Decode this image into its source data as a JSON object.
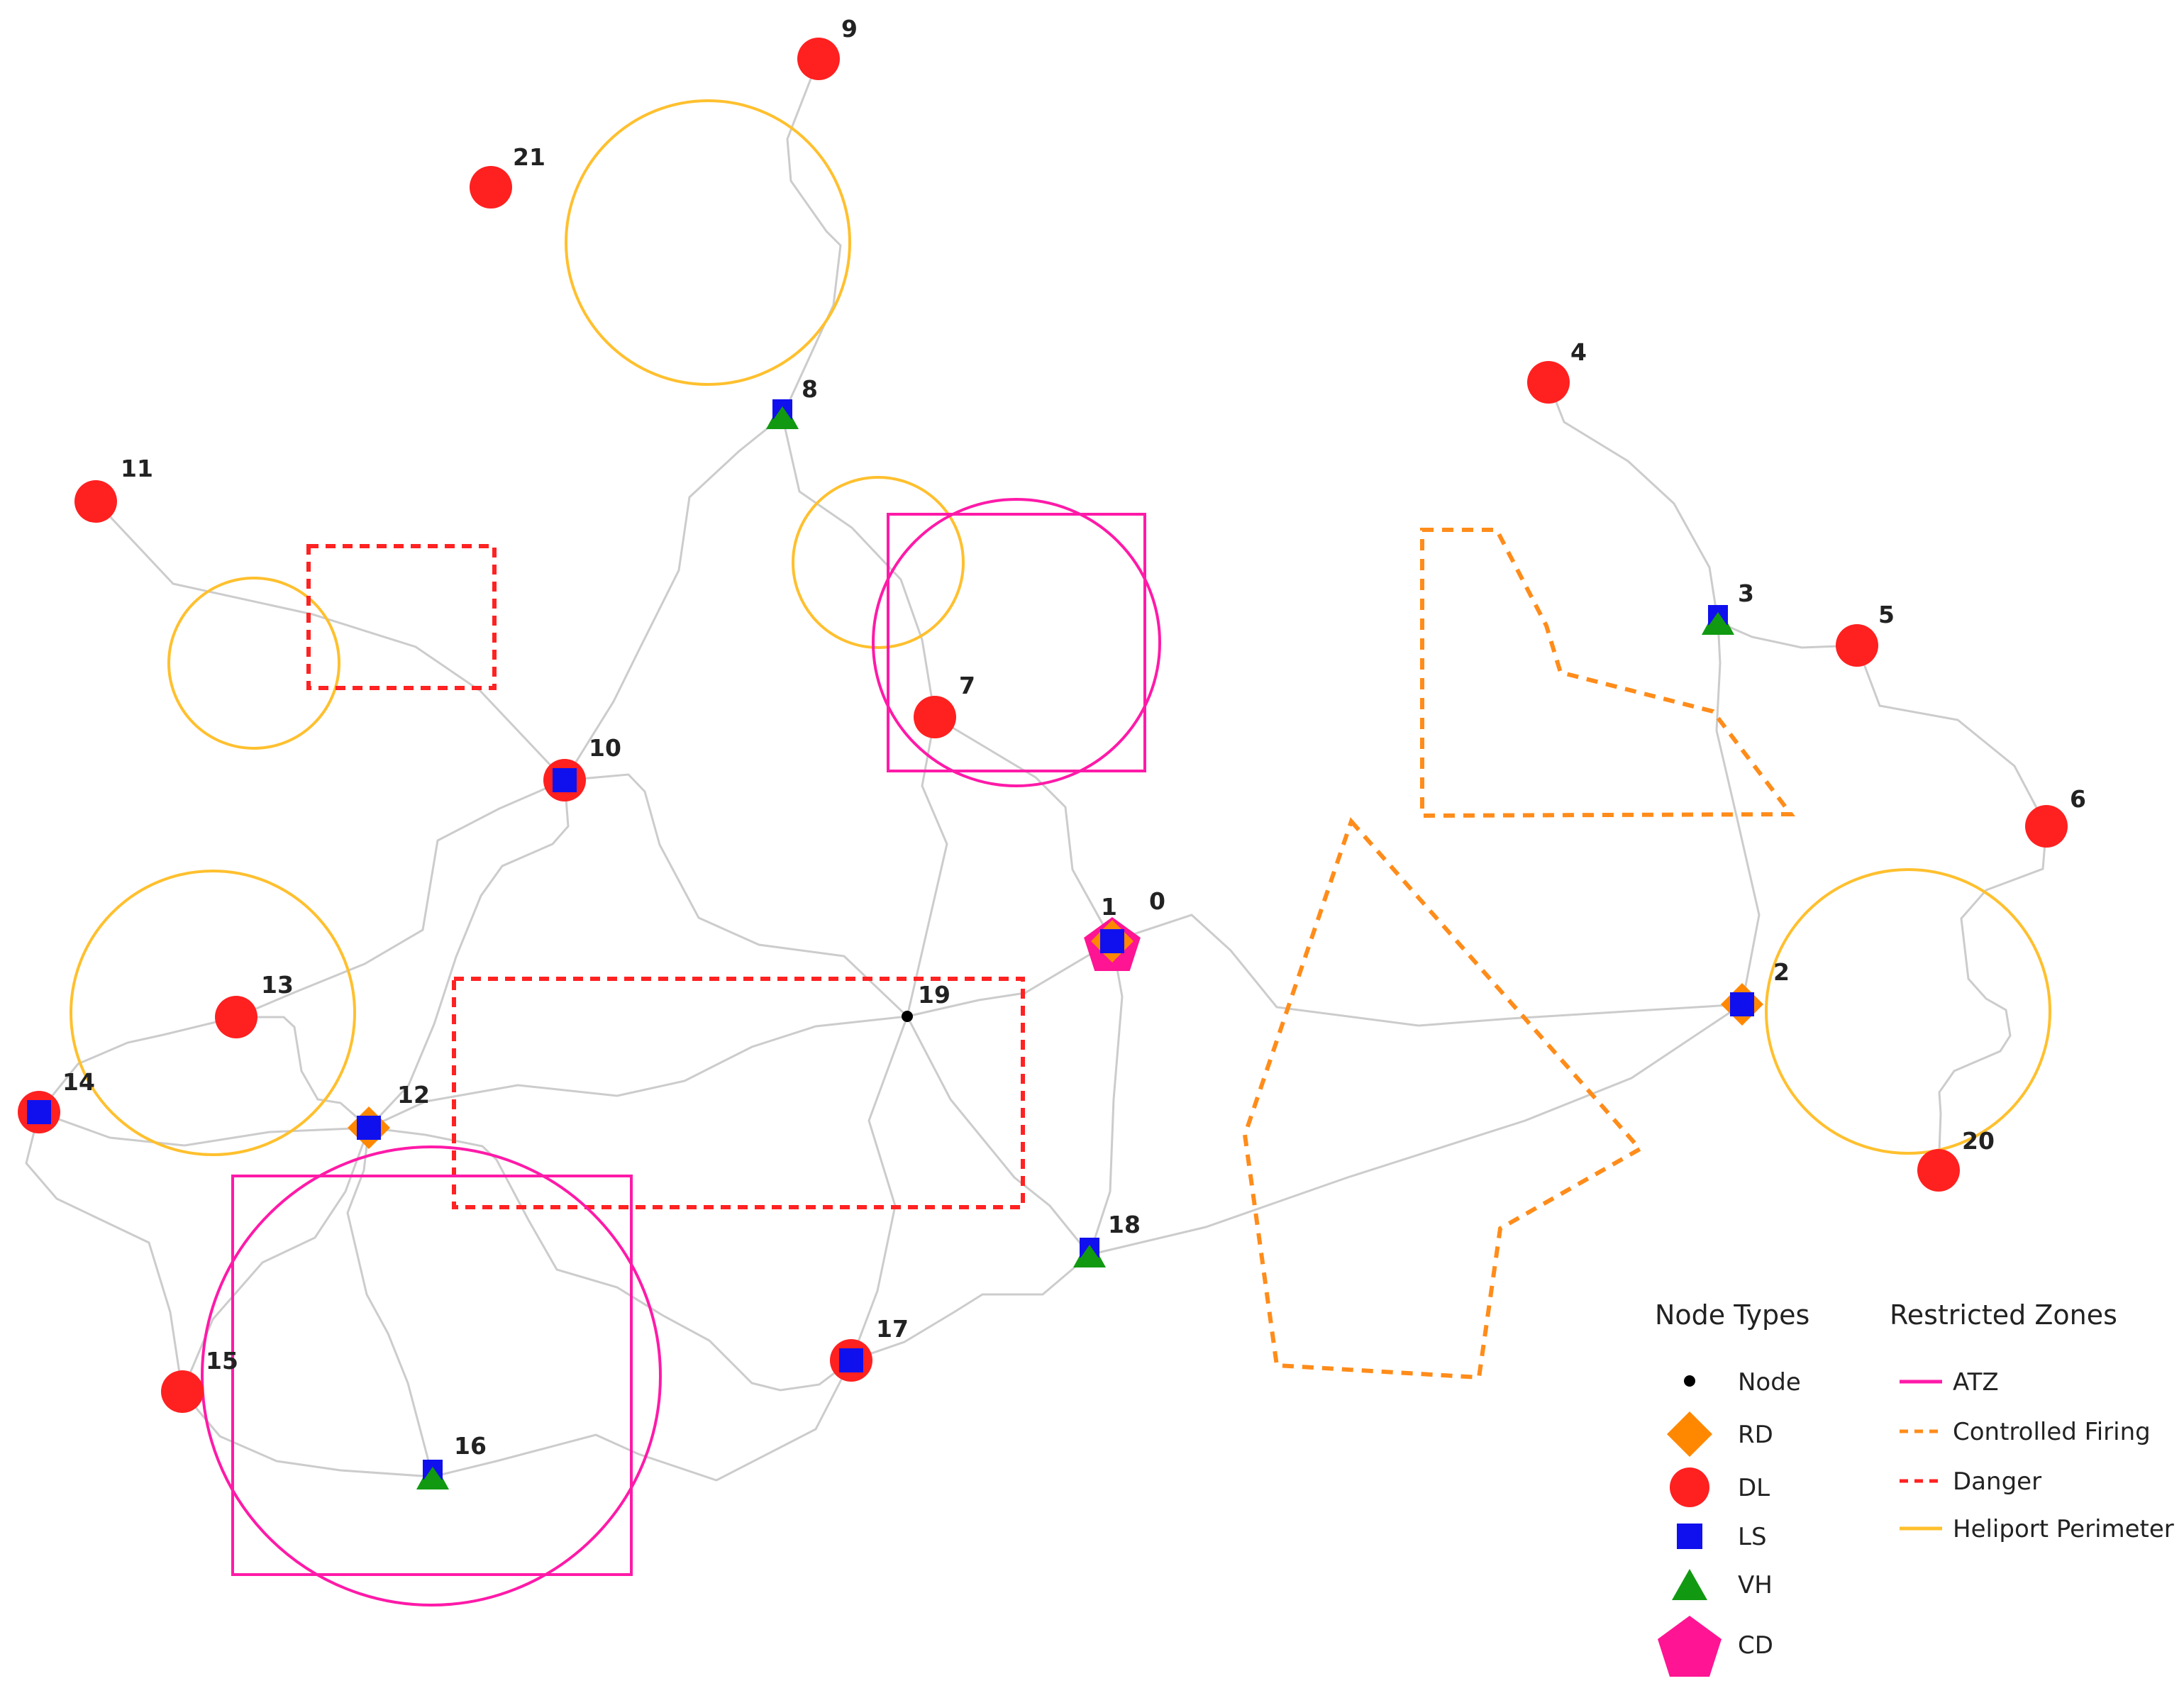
{
  "colors": {
    "dl": "#ff2020",
    "ls": "#1010ee",
    "vh": "#119911",
    "rd": "#ff8800",
    "cd": "#ff1493",
    "node": "#000000",
    "atz": "#ff1aa8",
    "controlled_firing": "#ff8c1a",
    "danger": "#ff2222",
    "heliport": "#ffc02e",
    "edge": "#cccccc"
  },
  "nodes": [
    {
      "id": "0",
      "types": [
        "CD",
        "RD",
        "LS"
      ]
    },
    {
      "id": "1",
      "types": []
    },
    {
      "id": "2",
      "types": [
        "RD",
        "LS"
      ]
    },
    {
      "id": "3",
      "types": [
        "LS",
        "VH"
      ]
    },
    {
      "id": "4",
      "types": [
        "DL"
      ]
    },
    {
      "id": "5",
      "types": [
        "DL"
      ]
    },
    {
      "id": "6",
      "types": [
        "DL"
      ]
    },
    {
      "id": "7",
      "types": [
        "DL"
      ]
    },
    {
      "id": "8",
      "types": [
        "LS",
        "VH"
      ]
    },
    {
      "id": "9",
      "types": [
        "DL"
      ]
    },
    {
      "id": "10",
      "types": [
        "DL",
        "LS"
      ]
    },
    {
      "id": "11",
      "types": [
        "DL"
      ]
    },
    {
      "id": "12",
      "types": [
        "RD",
        "LS"
      ]
    },
    {
      "id": "13",
      "types": [
        "DL"
      ]
    },
    {
      "id": "14",
      "types": [
        "DL",
        "LS"
      ]
    },
    {
      "id": "15",
      "types": [
        "DL"
      ]
    },
    {
      "id": "16",
      "types": [
        "LS",
        "VH"
      ]
    },
    {
      "id": "17",
      "types": [
        "DL",
        "LS"
      ]
    },
    {
      "id": "18",
      "types": [
        "LS",
        "VH"
      ]
    },
    {
      "id": "19",
      "types": [
        "Node"
      ]
    },
    {
      "id": "20",
      "types": [
        "DL"
      ]
    },
    {
      "id": "21",
      "types": [
        "DL"
      ]
    }
  ],
  "legend": {
    "node_types_title": "Node Types",
    "node_types": [
      {
        "label": "Node",
        "shape": "dot"
      },
      {
        "label": "RD",
        "shape": "diamond"
      },
      {
        "label": "DL",
        "shape": "circle"
      },
      {
        "label": "LS",
        "shape": "square"
      },
      {
        "label": "VH",
        "shape": "triangle"
      },
      {
        "label": "CD",
        "shape": "pentagon"
      }
    ],
    "zones_title": "Restricted Zones",
    "zones": [
      {
        "label": "ATZ",
        "style": "solid-magenta"
      },
      {
        "label": "Controlled Firing",
        "style": "dashed-orange"
      },
      {
        "label": "Danger",
        "style": "dashed-red"
      },
      {
        "label": "Heliport Perimeter",
        "style": "solid-yellow"
      }
    ]
  }
}
